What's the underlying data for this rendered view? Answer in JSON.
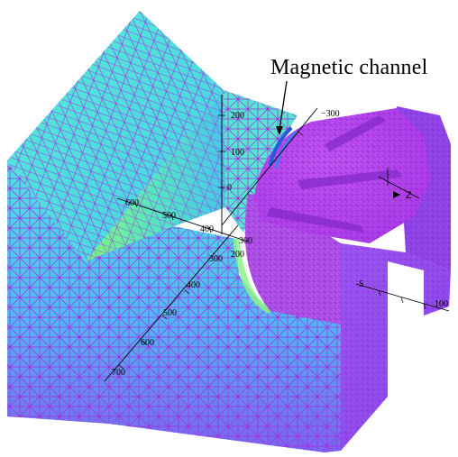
{
  "figure": {
    "annotation": "Magnetic channel",
    "axis_ticks": {
      "vertical": [
        "200",
        "100",
        "0"
      ],
      "left": [
        "600",
        "500",
        "400"
      ],
      "front": [
        "300",
        "400",
        "500",
        "600",
        "700"
      ],
      "cluster": [
        "300",
        "200"
      ],
      "right_top": "−300",
      "right_side": "S",
      "right_end": "100",
      "marker": "Z"
    },
    "colors": {
      "mesh_body": "#3fd6dc",
      "mesh_lower": "#5a9bff",
      "mesh_magnet": "#b94cf0",
      "mesh_lines": "#a62be0",
      "channel": "#1f5fd6",
      "glow": "#6ff07a"
    }
  }
}
